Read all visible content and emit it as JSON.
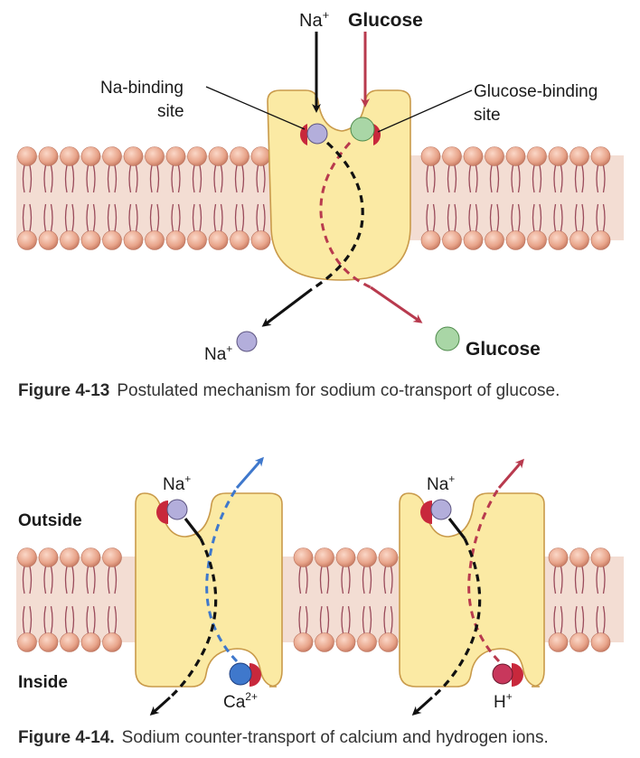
{
  "fig13": {
    "label_na_top": "Na",
    "label_na_top_sup": "+",
    "label_glucose_top": "Glucose",
    "label_na_site_1": "Na-binding",
    "label_na_site_2": "site",
    "label_glu_site_1": "Glucose-binding",
    "label_glu_site_2": "site",
    "label_na_bottom": "Na",
    "label_na_bottom_sup": "+",
    "label_glucose_bottom": "Glucose",
    "caption_num": "Figure 4-13",
    "caption_text": "Postulated mechanism for sodium co-transport of glucose."
  },
  "fig14": {
    "label_outside": "Outside",
    "label_inside": "Inside",
    "label_na_left": "Na",
    "label_na_left_sup": "+",
    "label_ca": "Ca",
    "label_ca_sup": "2+",
    "label_na_right": "Na",
    "label_na_right_sup": "+",
    "label_h": "H",
    "label_h_sup": "+",
    "caption_num": "Figure 4-14.",
    "caption_text": "Sodium counter-transport of calcium and hydrogen ions."
  },
  "colors": {
    "protein": "#fbeaa4",
    "protein_stroke": "#c99a4a",
    "membrane_band": "#f3ddd3",
    "lipid_head": "#e8a48a",
    "lipid_tail": "#9a4a5a",
    "na_ion": "#b3aedb",
    "glucose": "#a9d6a6",
    "ca_ion": "#3f78cc",
    "h_ion": "#c8375c",
    "binding_site": "#c8283c",
    "red_arrow": "#b83a4e",
    "blue_arrow": "#3f78cc"
  }
}
